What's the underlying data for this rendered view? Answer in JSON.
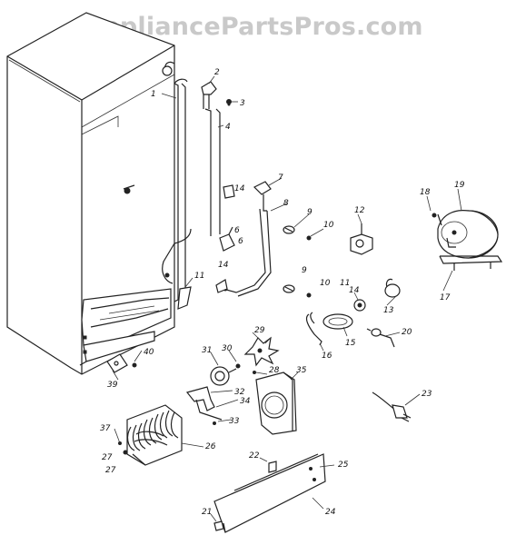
{
  "watermark": "AppliancePartsPros.com",
  "callouts": [
    "1",
    "2",
    "3",
    "4",
    "7",
    "8",
    "9",
    "10",
    "11",
    "12",
    "13",
    "14",
    "15",
    "16",
    "17",
    "18",
    "19",
    "20",
    "21",
    "22",
    "23",
    "24",
    "25",
    "26",
    "27",
    "28",
    "29",
    "30",
    "31",
    "32",
    "33",
    "34",
    "35",
    "37",
    "39",
    "40"
  ],
  "callout_labels": [
    "14",
    "6",
    "6",
    "9",
    "10",
    "14",
    "11",
    "27"
  ]
}
